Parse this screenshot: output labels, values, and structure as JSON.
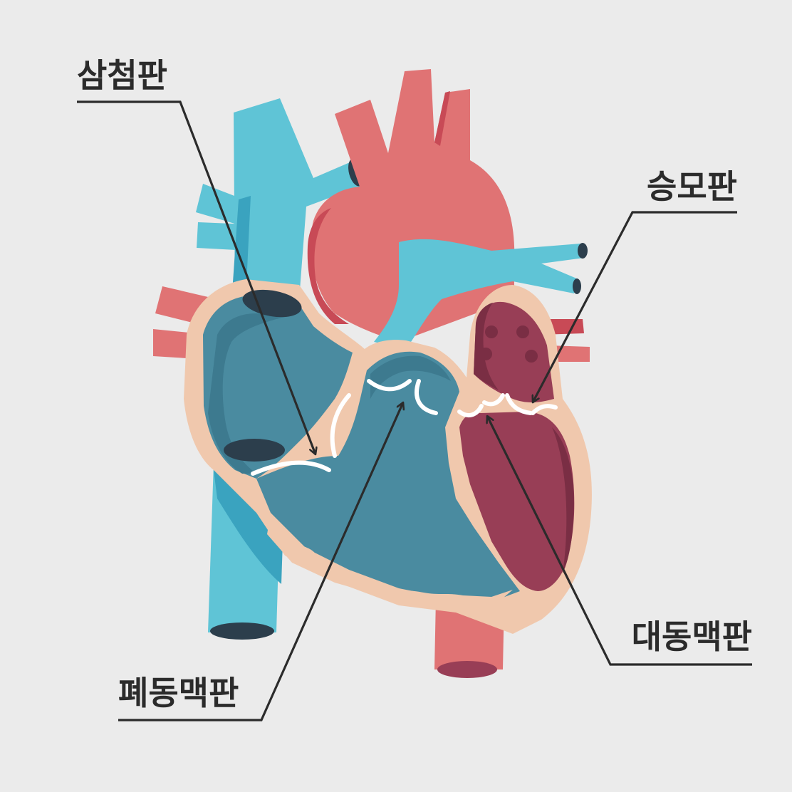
{
  "labels": {
    "tricuspid": "삼첨판",
    "mitral": "승모판",
    "pulmonary": "폐동맥판",
    "aortic": "대동맥판"
  },
  "colors": {
    "background": "#ebebeb",
    "vein_blue": "#5fc4d6",
    "vein_blue_dark": "#3aa3bf",
    "artery_red": "#e07374",
    "artery_red_dark": "#c84a56",
    "heart_wall": "#f0c8ad",
    "right_chamber": "#4a8ba0",
    "right_chamber_dark": "#3d7a8f",
    "left_chamber": "#983e56",
    "left_chamber_dark": "#7a2e44",
    "opening_dark": "#2c3e4c",
    "valve_white": "#ffffff",
    "leader_line": "#2b2b2b"
  }
}
